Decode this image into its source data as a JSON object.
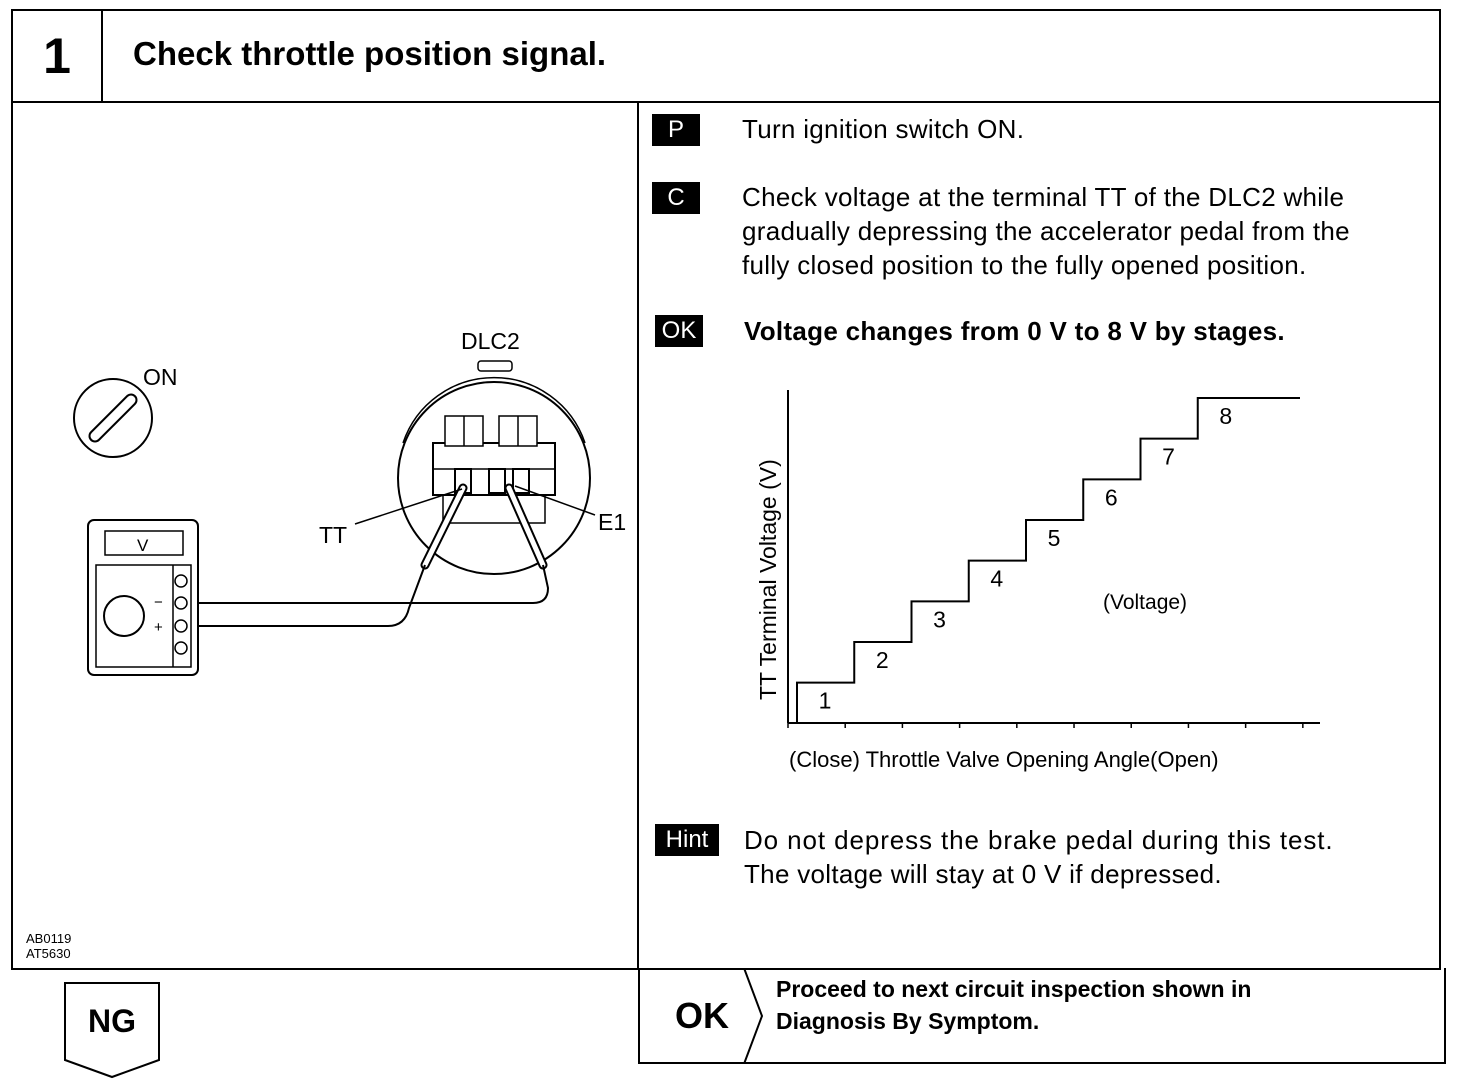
{
  "header": {
    "step_number": "1",
    "title": "Check throttle position signal."
  },
  "diagram": {
    "ignition_label": "ON",
    "connector_label": "DLC2",
    "terminal_tt_label": "TT",
    "terminal_e1_label": "E1",
    "meter_label": "V",
    "meter_minus": "−",
    "meter_plus": "+",
    "figure_codes": [
      "AB0119",
      "AT5630"
    ]
  },
  "instructions": [
    {
      "tag": "P",
      "text": "Turn ignition switch ON."
    },
    {
      "tag": "C",
      "lines": [
        "Check voltage at the terminal TT of the DLC2 while",
        "gradually depressing the accelerator pedal from the",
        "fully closed position to the fully opened position."
      ]
    },
    {
      "tag": "OK",
      "text": "Voltage changes from 0 V to 8 V by stages."
    }
  ],
  "chart_data": {
    "type": "line",
    "ylabel": "TT Terminal Voltage (V)",
    "xlabel": "(Close) Throttle Valve Opening Angle(Open)",
    "annotation": "(Voltage)",
    "step_labels": [
      "1",
      "2",
      "3",
      "4",
      "5",
      "6",
      "7",
      "8"
    ],
    "steps": [
      1,
      2,
      3,
      4,
      5,
      6,
      7,
      8
    ]
  },
  "hint": {
    "tag": "Hint",
    "lines": [
      "Do not depress the brake pedal during this test.",
      "The voltage will stay at 0 V if depressed."
    ]
  },
  "footer": {
    "ng_label": "NG",
    "ok_label": "OK",
    "ok_lines": [
      "Proceed to next circuit inspection shown in",
      "Diagnosis By Symptom."
    ]
  }
}
